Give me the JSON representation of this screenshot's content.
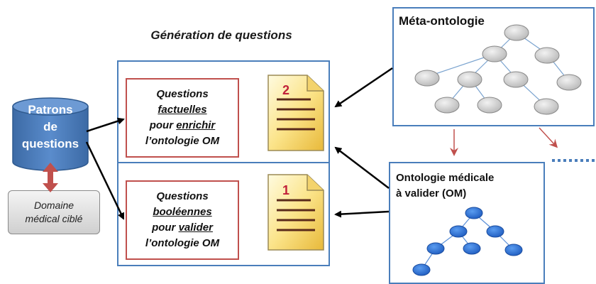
{
  "header": {
    "generation_title": "Génération de questions"
  },
  "patterns_db": {
    "line1": "Patrons",
    "line2": "de",
    "line3": "questions"
  },
  "domain": {
    "line1": "Domaine",
    "line2": "médical ciblé"
  },
  "factual_box": {
    "line1": "Questions",
    "line2": "factuelles",
    "line3_pre": "pour ",
    "line3_em": "enrichir",
    "line4": "l’ontologie OM"
  },
  "boolean_box": {
    "line1": "Questions",
    "line2": "booléennes",
    "line3_pre": "pour ",
    "line3_em": "valider",
    "line4": "l’ontologie OM"
  },
  "documents": {
    "top_number": "2",
    "bottom_number": "1"
  },
  "meta_ontology": {
    "title": "Méta-ontologie"
  },
  "medical_ontology": {
    "line1": "Ontologie médicale",
    "line2": "à valider (OM)"
  },
  "colors": {
    "panel_border": "#4a7ebb",
    "red_border": "#c0504d",
    "db_blue": "#4f81bd",
    "node_grey": "#d0d0d0",
    "node_blue": "#2e6fd4",
    "arrow_red": "#c0504d"
  }
}
